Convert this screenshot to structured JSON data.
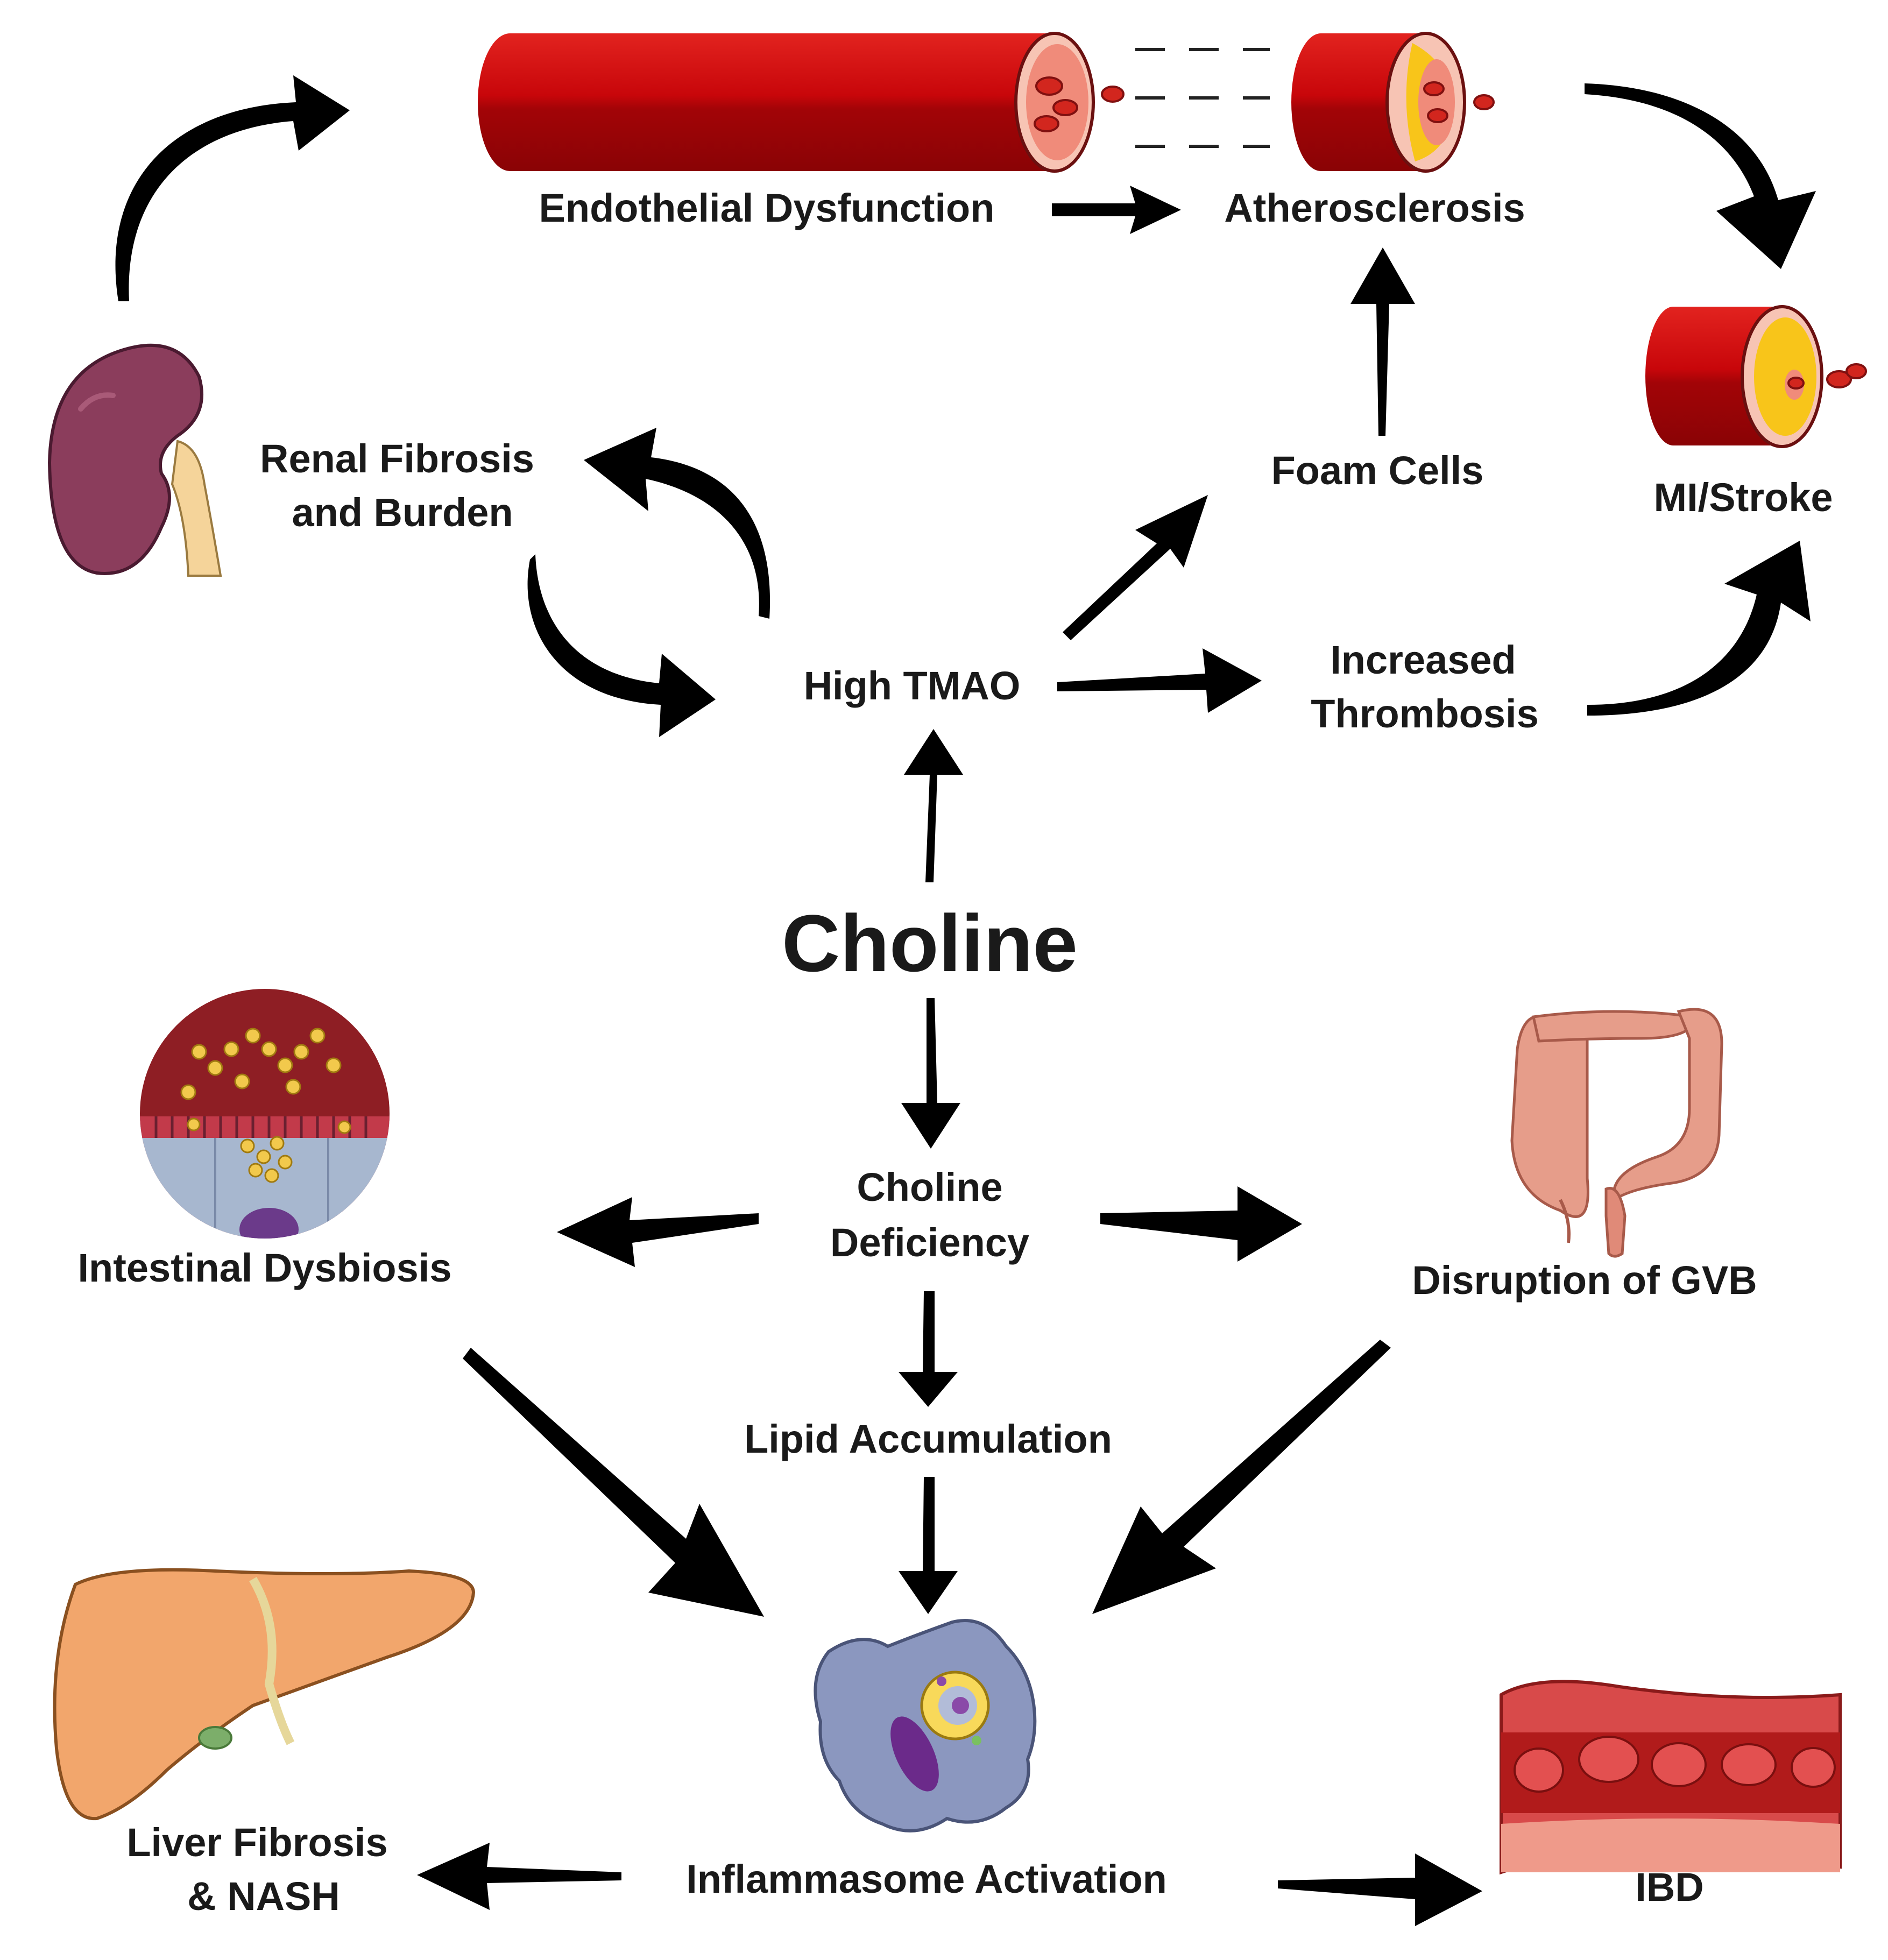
{
  "labels": {
    "endothelial": "Endothelial Dysfunction",
    "atherosclerosis": "Atherosclerosis",
    "renal_line1": "Renal Fibrosis",
    "renal_line2": "and Burden",
    "foam": "Foam Cells",
    "mi_stroke": "MI/Stroke",
    "high_tmao": "High TMAO",
    "thrombosis_line1": "Increased",
    "thrombosis_line2": "Thrombosis",
    "choline": "Choline",
    "deficiency_line1": "Choline",
    "deficiency_line2": "Deficiency",
    "dysbiosis": "Intestinal Dysbiosis",
    "gvb": "Disruption of GVB",
    "lipid": "Lipid Accumulation",
    "liver_line1": "Liver Fibrosis",
    "liver_line2": "& NASH",
    "inflammasome": "Inflammasome Activation",
    "ibd": "IBD"
  },
  "colors": {
    "vessel_red": "#c8060a",
    "vessel_dark": "#9c0406",
    "vessel_inner": "#f7b9a4",
    "plaque_yellow": "#f8c51a",
    "kidney": "#8b3d5c",
    "liver": "#f2a66c",
    "colon": "#e69d8a",
    "cell_blue": "#8b97bf",
    "arrow": "#000000"
  },
  "icons": [
    "blood-vessel-icon",
    "kidney-icon",
    "intestinal-villi-icon",
    "colon-icon",
    "liver-icon",
    "macrophage-icon",
    "inflamed-colon-icon"
  ]
}
